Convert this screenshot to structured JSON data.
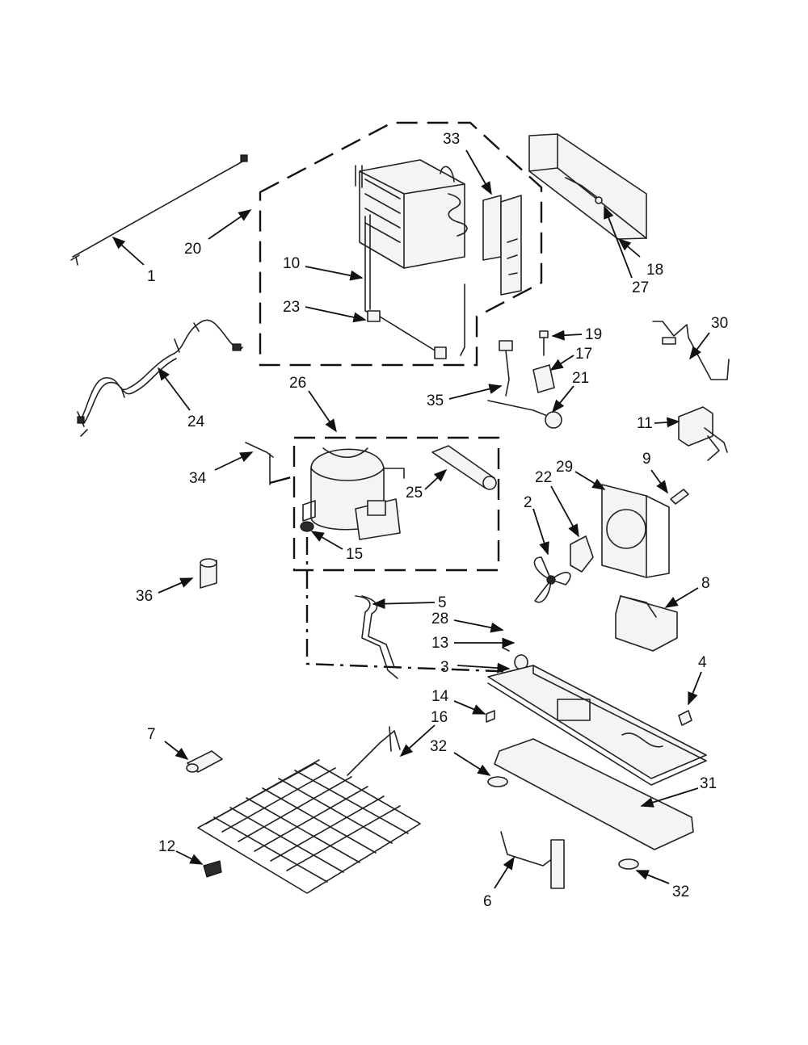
{
  "callouts": [
    {
      "id": "c1",
      "label": "1"
    },
    {
      "id": "c2",
      "label": "2"
    },
    {
      "id": "c3",
      "label": "3"
    },
    {
      "id": "c4",
      "label": "4"
    },
    {
      "id": "c5",
      "label": "5"
    },
    {
      "id": "c6",
      "label": "6"
    },
    {
      "id": "c7",
      "label": "7"
    },
    {
      "id": "c8",
      "label": "8"
    },
    {
      "id": "c9",
      "label": "9"
    },
    {
      "id": "c10",
      "label": "10"
    },
    {
      "id": "c11",
      "label": "11"
    },
    {
      "id": "c12",
      "label": "12"
    },
    {
      "id": "c13",
      "label": "13"
    },
    {
      "id": "c14",
      "label": "14"
    },
    {
      "id": "c15",
      "label": "15"
    },
    {
      "id": "c16",
      "label": "16"
    },
    {
      "id": "c17",
      "label": "17"
    },
    {
      "id": "c18",
      "label": "18"
    },
    {
      "id": "c19",
      "label": "19"
    },
    {
      "id": "c20",
      "label": "20"
    },
    {
      "id": "c21",
      "label": "21"
    },
    {
      "id": "c22",
      "label": "22"
    },
    {
      "id": "c23",
      "label": "23"
    },
    {
      "id": "c24",
      "label": "24"
    },
    {
      "id": "c25",
      "label": "25"
    },
    {
      "id": "c26",
      "label": "26"
    },
    {
      "id": "c27",
      "label": "27"
    },
    {
      "id": "c28",
      "label": "28"
    },
    {
      "id": "c29",
      "label": "29"
    },
    {
      "id": "c30",
      "label": "30"
    },
    {
      "id": "c31",
      "label": "31"
    },
    {
      "id": "c32a",
      "label": "32"
    },
    {
      "id": "c32b",
      "label": "32"
    },
    {
      "id": "c33",
      "label": "33"
    },
    {
      "id": "c34",
      "label": "34"
    },
    {
      "id": "c35",
      "label": "35"
    },
    {
      "id": "c36",
      "label": "36"
    }
  ]
}
